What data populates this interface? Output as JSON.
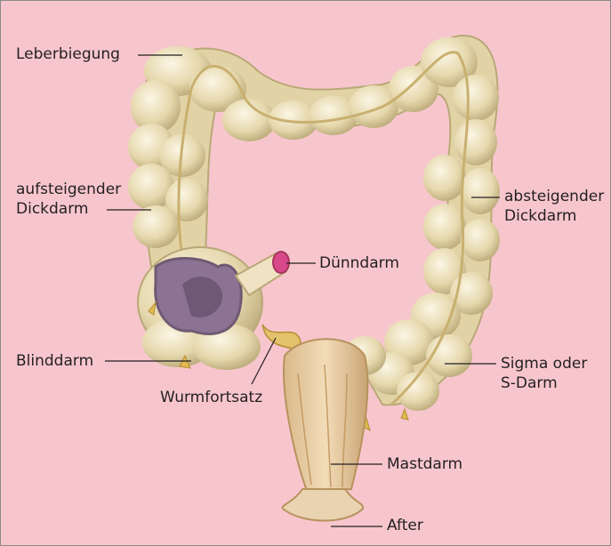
{
  "labels": {
    "leberbiegung": "Leberbiegung",
    "aufsteigender_1": "aufsteigender",
    "aufsteigender_2": "Dickdarm",
    "absteigender_1": "absteigender",
    "absteigender_2": "Dickdarm",
    "duenndarm": "Dünndarm",
    "blinddarm": "Blinddarm",
    "wurmfortsatz": "Wurmfortsatz",
    "sigma_1": "Sigma oder",
    "sigma_2": "S-Darm",
    "mastdarm": "Mastdarm",
    "after": "After"
  },
  "colors": {
    "background": "#f7c6cd",
    "colon": "#eadfb8",
    "colon_shadow": "#c9b98a",
    "cecum_inside": "#6f5a73",
    "rectum": "#e8c9a0"
  }
}
